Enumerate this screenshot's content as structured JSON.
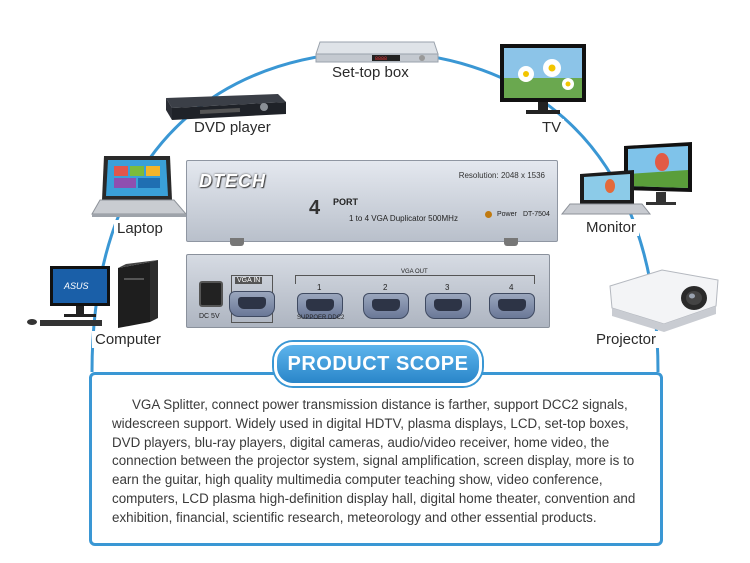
{
  "labels": {
    "settop": "Set-top box",
    "dvd": "DVD player",
    "tv": "TV",
    "laptop": "Laptop",
    "monitor": "Monitor",
    "computer": "Computer",
    "projector": "Projector"
  },
  "front_panel": {
    "brand": "DTECH",
    "resolution": "Resolution: 2048 x 1536",
    "port_number": "4",
    "port_word": "PORT",
    "model_text": "1 to 4 VGA Duplicator  500MHz",
    "power_label": "Power",
    "model_code": "DT-7504"
  },
  "back_panel": {
    "dc_label": "DC 5V",
    "vga_in": "VGA IN",
    "vga_out": "VGA OUT",
    "ports": [
      "1",
      "2",
      "3",
      "4"
    ],
    "ddc": "SUPPOER DDC2"
  },
  "scope": {
    "title": "PRODUCT SCOPE",
    "description": "VGA Splitter, connect power transmission distance is farther, support DCC2 signals, widescreen support. Widely used in digital HDTV, plasma displays, LCD, set-top boxes, DVD players, blu-ray players, digital cameras, audio/video receiver, home video, the connection between the projector system, signal amplification, screen display, more is to earn the guitar, high quality multimedia computer teaching show, video conference, computers, LCD plasma high-definition display hall, digital home theater, convention and exhibition, financial, scientific research, meteorology and other essential products."
  },
  "colors": {
    "accent": "#3a97d4",
    "pill": "#2a86c9"
  },
  "icons": [
    "set-top-box-icon",
    "dvd-player-icon",
    "tv-icon",
    "laptop-icon",
    "monitor-icon",
    "computer-icon",
    "projector-icon"
  ]
}
